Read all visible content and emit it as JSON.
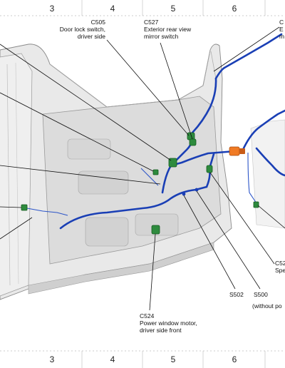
{
  "grid": {
    "top": [
      "3",
      "4",
      "5",
      "6"
    ],
    "bottom": [
      "3",
      "4",
      "5",
      "6"
    ]
  },
  "labels": {
    "c505": {
      "id": "C505",
      "line1": "Door lock switch,",
      "line2": "driver side"
    },
    "c527": {
      "id": "C527",
      "line1": "Exterior rear view",
      "line2": "mirror switch"
    },
    "c_top_right": {
      "id": "C",
      "line1": "E",
      "line2": "m"
    },
    "c52_right": {
      "id": "C52",
      "line1": "Spe"
    },
    "s502": {
      "id": "S502"
    },
    "s500": {
      "id": "S500",
      "line1": "(without po"
    },
    "c524": {
      "id": "C524",
      "line1": "Power window motor,",
      "line2": "driver side front"
    }
  },
  "colors": {
    "harness": "#1a3fb5",
    "connector": "#2e8b3e",
    "door_panel": "#e6e6e6",
    "orange_connector": "#f07a24"
  }
}
